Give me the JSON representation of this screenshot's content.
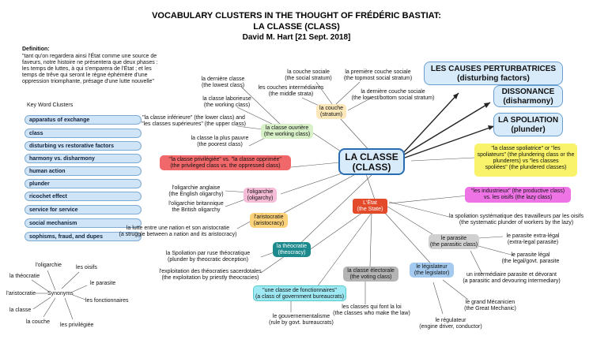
{
  "header": {
    "title_line1": "VOCABULARY CLUSTERS IN THE THOUGHT OF FRÉDÉRIC BASTIAT:",
    "title_line2": "LA CLASSE (CLASS)",
    "title_line3": "David M. Hart [21 Sept. 2018]"
  },
  "definition": {
    "heading": "Definition:",
    "lines": [
      "\"tant qu'on regardera ainsi l'État comme une source de",
      "faveurs, notre histoire ne présentera que deux phases :",
      "les temps de luttes, à qui s'emparera de l'État ; et les",
      "temps de trêve qui seront le règne éphémère d'une",
      "oppression triomphante, présage d'une lutte nouvelle\""
    ]
  },
  "clusters": {
    "heading": "Key Word Clusters",
    "items": [
      "apparatus of exchange",
      "class",
      "disturbing vs restorative factors",
      "harmony vs. disharmony",
      "human action",
      "plunder",
      "ricochet effect",
      "service for service",
      "social mechanism",
      "sophisms, fraud, and dupes"
    ]
  },
  "synonyms": {
    "center": "Synonyms",
    "terms": [
      "l'oligarchie",
      "les oisifs",
      "la théocratie",
      "le parasite",
      "l'aristocratie",
      "les fonctionnaires",
      "la classe",
      "la couche",
      "les privilégiée"
    ]
  },
  "central": {
    "line1": "LA CLASSE",
    "line2": "(CLASS)"
  },
  "etat": {
    "line1": "L'État",
    "line2": "(the State)"
  },
  "right_boxes": {
    "causes": {
      "line1": "LES CAUSES PERTURBATRICES",
      "line2": "(disturbing factors)"
    },
    "dissonance": {
      "line1": "DISSONANCE",
      "line2": "(disharmony)"
    },
    "spoliation": {
      "line1": "LA SPOLIATION",
      "line2": "(plunder)"
    }
  },
  "couche": {
    "node": [
      "la couche",
      "(stratum)"
    ],
    "sociale": [
      "la couche sociale",
      "(the social stratum)"
    ],
    "premiere": [
      "la première couche sociale",
      "(the topmost social stratum)"
    ],
    "intermediaires": [
      "les couches intermédiaires",
      "(the middle strata)"
    ],
    "derniere": [
      "la dernière couche sociale",
      "(the lowest/bottom social stratum)"
    ]
  },
  "ouvriere": {
    "node": [
      "la classe ouvrière",
      "(the working class)"
    ],
    "derniere": [
      "la dernière classe",
      "(the lowest class)"
    ],
    "laborieuse": [
      "la classe laborieuse",
      "(the working class)"
    ],
    "inferieure": [
      "\"la classe inférieure\" (the lower class) and",
      "\"les classes supérieures\" (the upper class)"
    ],
    "pauvre": [
      "la classe la plus pauvre",
      "(the poorest class)"
    ]
  },
  "privilegiee": [
    "\"la classe privilégiée\" vs. \"la classe opprimée\"",
    "(the privileged class vs. the oppressed class)"
  ],
  "oligarchie": {
    "node": [
      "l'oligarchie",
      "(oligarchy)"
    ],
    "anglaise": [
      "l'oligarchie anglaise",
      "(the English oligarchy)"
    ],
    "britannique": [
      "l'oligarchie britannique",
      "the British oligarchy"
    ]
  },
  "aristocratie": {
    "node": [
      "l'aristocratie",
      "(aristocracy)"
    ],
    "lutte": [
      "la lutte entre une nation et son aristocratie",
      "(a struggle between a nation and its aristocracy)"
    ]
  },
  "theocratie": {
    "node": [
      "la théocratie",
      "(theocracy)"
    ],
    "spoliation": [
      "la Spoliation par ruse théocratique",
      "(plunder by theocratic deception)"
    ],
    "exploitation": [
      "l'exploitation des théocraties sacerdotales",
      "(the exploitation by priestly theocracies)"
    ]
  },
  "electorale": {
    "node": [
      "la classe électorale",
      "(the voting class)"
    ],
    "loi": [
      "les classes qui font la loi",
      "(the classes who make the law)"
    ]
  },
  "fonctionnaires": {
    "node": [
      "\"une classe de fonctionnaires\"",
      "(a class of government bureaucrats)"
    ],
    "gouvernementalisme": [
      "le gouvernementalisme",
      "(rule by govt. bureaucrats)"
    ]
  },
  "legislateur": {
    "node": [
      "le législateur",
      "(the legislator)"
    ],
    "mecanicien": [
      "le grand Mécanicien",
      "(the Great Mechanic)"
    ],
    "regulateur": [
      "le régulateur",
      "(engine driver, conductor)"
    ]
  },
  "parasite": {
    "node": [
      "le parasite",
      "(the parasitic class)"
    ],
    "extra": [
      "le parasite extra-légal",
      "(extra-legal parasite)"
    ],
    "legal": [
      "le parasite légal",
      "(the legal/govt. parasite"
    ],
    "devorant": [
      "un intermédiaire parasite et dévorant",
      "(a parasitic and devouring intermediary)"
    ]
  },
  "spoliatrice": [
    "\"la classe spoliatrice\" or \"les",
    "spoliateurs\" (the plundering class or the",
    "plunderers) vs \"les classes",
    "spoliées\" (the plundered classes)"
  ],
  "industrieux": [
    "\"les industrieux\" (the productive class)",
    "vs. les oisifs (the lazy class)"
  ],
  "travailleurs": [
    "la spoliation systématique des travailleurs par les oisifs",
    "(the systematic plunder of workers by the lazy)"
  ]
}
